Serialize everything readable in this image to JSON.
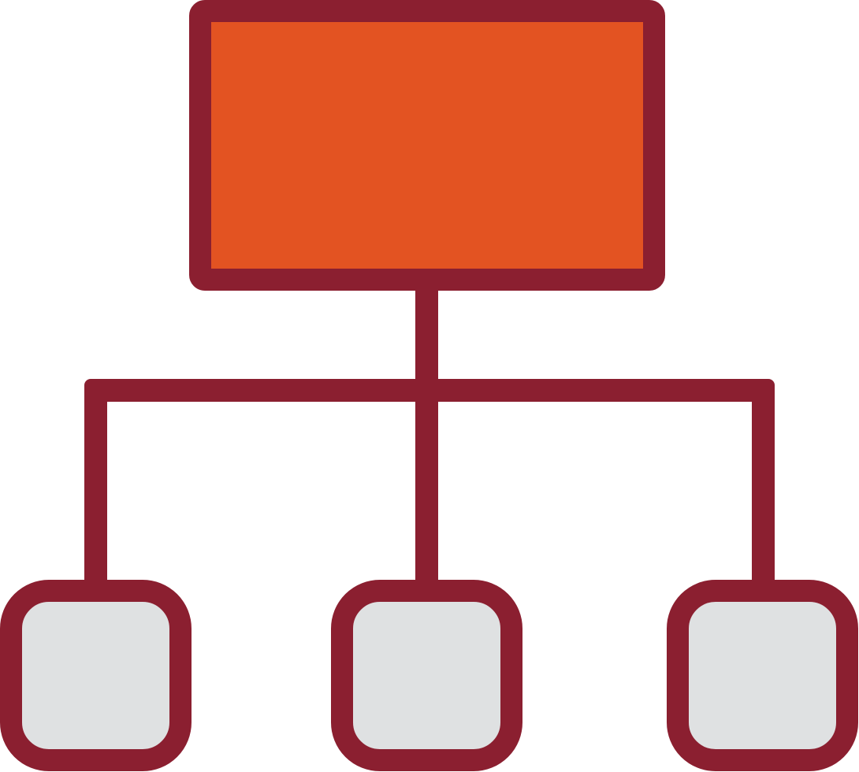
{
  "icon": {
    "name": "hierarchy-structure-icon",
    "colors": {
      "stroke": "#8b1f30",
      "root_fill": "#e35322",
      "child_fill": "#dfe1e2",
      "background": "#ffffff"
    },
    "root_node": {
      "name": "parent-node"
    },
    "child_nodes": [
      {
        "name": "child-node-left"
      },
      {
        "name": "child-node-center"
      },
      {
        "name": "child-node-right"
      }
    ]
  }
}
